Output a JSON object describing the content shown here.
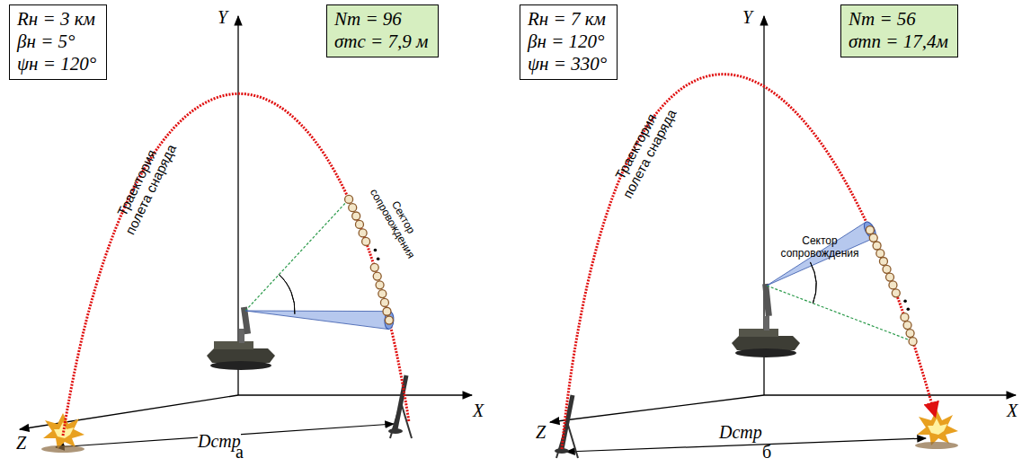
{
  "diagram": {
    "nodes": [
      {
        "text": [
          "Rн = 3 км",
          "βн = 5°",
          "ψн = 120°"
        ]
      },
      {
        "text": [
          "Nт = 96",
          "σтс = 7,9 м"
        ]
      },
      {
        "text": [
          "Rн = 7 км",
          "βн = 120°",
          "ψн = 330°"
        ]
      },
      {
        "text": [
          "Nт = 56",
          "σтп = 17,4м"
        ]
      }
    ],
    "labels": [
      "Y",
      "X",
      "Z",
      "Траектория полета снаряда",
      "Сектор сопровождения",
      "Dстр",
      "а",
      "Y",
      "X",
      "Z",
      "Траектория полета снаряда",
      "Сектор сопровождения",
      "Dстр",
      "б"
    ]
  }
}
